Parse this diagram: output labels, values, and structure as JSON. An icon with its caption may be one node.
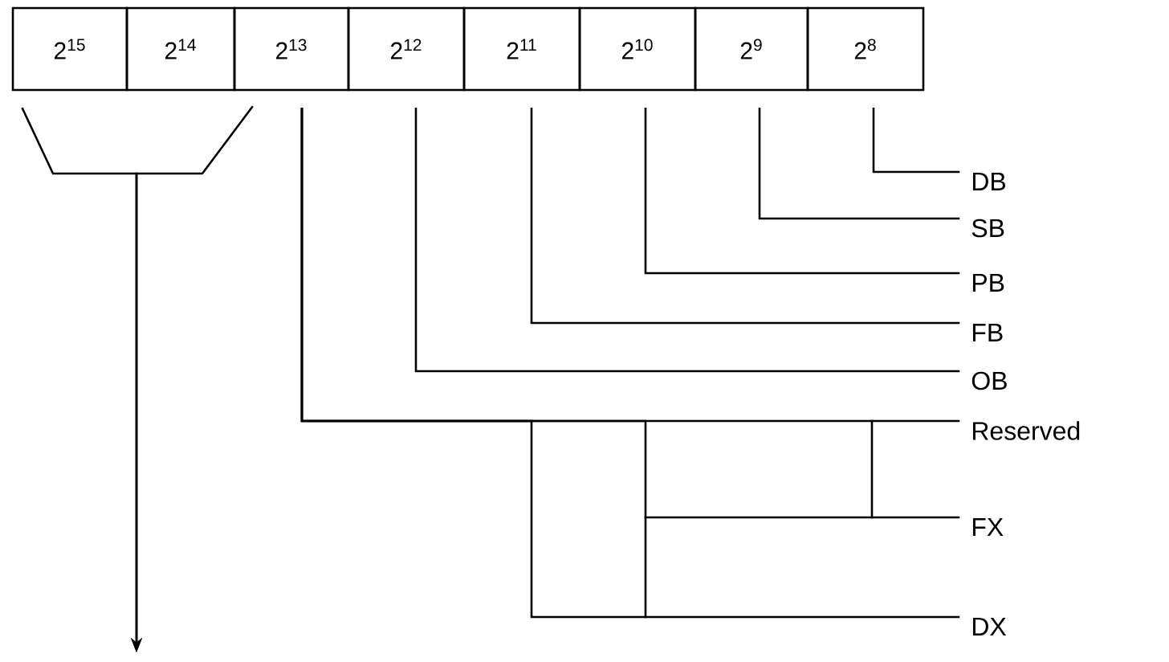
{
  "diagram": {
    "nodes": [
      {
        "text": [
          "2$^{15}$"
        ]
      },
      {
        "text": [
          "2$^{14}$"
        ]
      },
      {
        "text": [
          "2$^{13}$"
        ]
      },
      {
        "text": [
          "2$^{12}$"
        ]
      },
      {
        "text": [
          "2$^{11}$"
        ]
      },
      {
        "text": [
          "2$^{10}$"
        ]
      },
      {
        "text": [
          "2$^{9}$"
        ]
      },
      {
        "text": [
          "2$^{8}$"
        ]
      },
      {
        "text": [
          "DB"
        ]
      },
      {
        "text": [
          "SB"
        ]
      },
      {
        "text": [
          "PB"
        ]
      },
      {
        "text": [
          "FB"
        ]
      },
      {
        "text": [
          "OB"
        ]
      },
      {
        "text": [
          "Reserved"
        ]
      },
      {
        "text": [
          "FX"
        ]
      },
      {
        "text": [
          "DX"
        ]
      }
    ],
    "edges": [
      {
        "from": 0,
        "to": null,
        "arrow": "to"
      },
      {
        "from": 1,
        "to": null,
        "arrow": "to"
      },
      {
        "from": 7,
        "to": 8,
        "arrow": "none"
      },
      {
        "from": 6,
        "to": 9,
        "arrow": "none"
      },
      {
        "from": 5,
        "to": 10,
        "arrow": "none"
      },
      {
        "from": 4,
        "to": 11,
        "arrow": "none"
      },
      {
        "from": 3,
        "to": 12,
        "arrow": "none"
      },
      {
        "from": 2,
        "to": 13,
        "arrow": "none"
      },
      {
        "from": 2,
        "to": 14,
        "arrow": "none"
      },
      {
        "from": 2,
        "to": 15,
        "arrow": "none"
      }
    ]
  }
}
